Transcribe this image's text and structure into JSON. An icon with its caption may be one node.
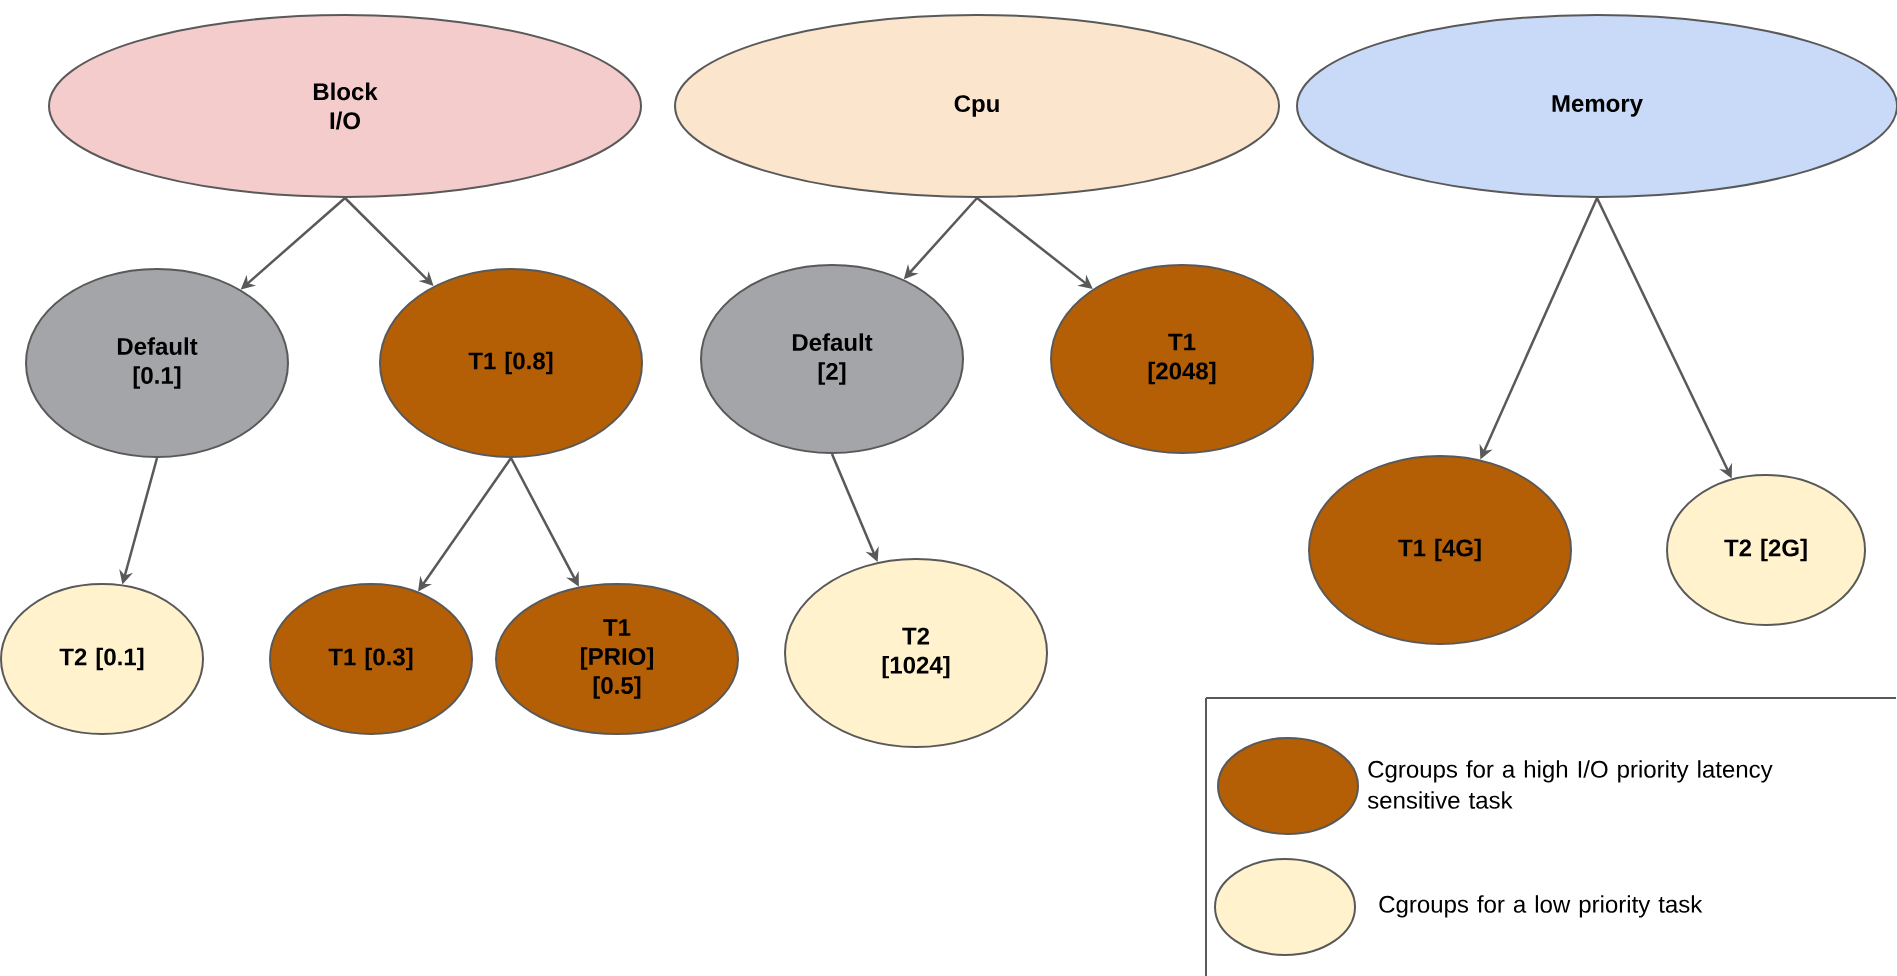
{
  "diagram": {
    "nodes": [
      {
        "text": [
          "Block I/O"
        ]
      },
      {
        "text": [
          "Cpu"
        ]
      },
      {
        "text": [
          "Memory"
        ]
      },
      {
        "text": [
          "Default [0.1]"
        ]
      },
      {
        "text": [
          "T1 [0.8]"
        ]
      },
      {
        "text": [
          "Default [2]"
        ]
      },
      {
        "text": [
          "T1 [2048]"
        ]
      },
      {
        "text": [
          "T1 [4G]"
        ]
      },
      {
        "text": [
          "T2 [2G]"
        ]
      },
      {
        "text": [
          "T2 [0.1]"
        ]
      },
      {
        "text": [
          "T1 [0.3]"
        ]
      },
      {
        "text": [
          "T1 [PRIO] [0.5]"
        ]
      },
      {
        "text": [
          "T2 [1024]"
        ]
      }
    ],
    "edges": [
      {
        "from": 0,
        "to": 3,
        "arrow": "to"
      },
      {
        "from": 0,
        "to": 4,
        "arrow": "to"
      },
      {
        "from": 1,
        "to": 5,
        "arrow": "to"
      },
      {
        "from": 1,
        "to": 6,
        "arrow": "to"
      },
      {
        "from": 2,
        "to": 7,
        "arrow": "to"
      },
      {
        "from": 2,
        "to": 8,
        "arrow": "to"
      },
      {
        "from": 3,
        "to": 9,
        "arrow": "to"
      },
      {
        "from": 4,
        "to": 10,
        "arrow": "to"
      },
      {
        "from": 4,
        "to": 11,
        "arrow": "to"
      },
      {
        "from": 5,
        "to": 12,
        "arrow": "to"
      }
    ],
    "legend": [
      {
        "text": "Cgroups for a high I/O priority latency sensitive task",
        "color": "#b45f06"
      },
      {
        "text": "Cgroups for a low priority task",
        "color": "#fff2cc"
      }
    ]
  }
}
